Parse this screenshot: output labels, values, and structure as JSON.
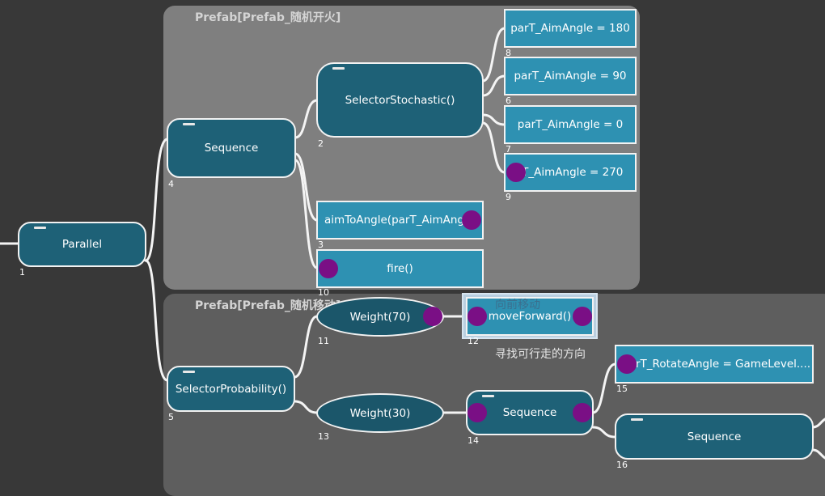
{
  "prefabs": {
    "fire_title": "Prefab[Prefab_随机开火]",
    "move_title": "Prefab[Prefab_随机移动]"
  },
  "nodes": {
    "parallel": {
      "label": "Parallel",
      "index": "1"
    },
    "selector_stoch": {
      "label": "SelectorStochastic()",
      "index": "2"
    },
    "aim_to_angle": {
      "label": "aimToAngle(parT_AimAngl",
      "index": "3"
    },
    "sequence_a": {
      "label": "Sequence",
      "index": "4"
    },
    "selector_prob": {
      "label": "SelectorProbability()",
      "index": "5"
    },
    "aim_90": {
      "label": "parT_AimAngle =  90",
      "index": "6"
    },
    "aim_0": {
      "label": "parT_AimAngle =  0",
      "index": "7"
    },
    "aim_180": {
      "label": "parT_AimAngle =  180",
      "index": "8"
    },
    "aim_270": {
      "label": "rT_AimAngle =  270",
      "index": "9"
    },
    "fire": {
      "label": "fire()",
      "index": "10"
    },
    "weight_70": {
      "label": "Weight(70)",
      "index": "11"
    },
    "move_forward": {
      "label": "moveForward()",
      "index": "12"
    },
    "weight_30": {
      "label": "Weight(30)",
      "index": "13"
    },
    "sequence_b": {
      "label": "Sequence",
      "index": "14"
    },
    "rotate_angle": {
      "label": "rT_RotateAngle =  GameLevel....",
      "index": "15"
    },
    "sequence_c": {
      "label": "Sequence",
      "index": "16"
    }
  },
  "notes": {
    "move_forward_comment": "向前移动",
    "find_direction_comment": "寻找可行走的方向"
  },
  "colors": {
    "background": "#383838",
    "prefab_fire_bg": "#7f7f7f",
    "prefab_move_bg": "#5e5e5e",
    "composite_node": "#1e6177",
    "action_node": "#2e91b2",
    "weight_node": "#1b566a",
    "breakpoint_dot": "#7a0f85",
    "selection": "#b9cfe0"
  }
}
